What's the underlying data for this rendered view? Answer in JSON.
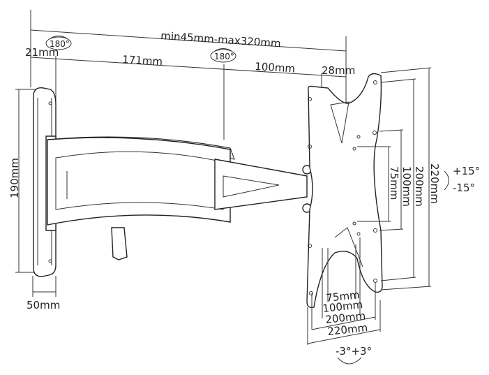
{
  "title": "Full-motion TV wall mount dimension diagram",
  "dimensions": {
    "extension": "min45mm-max320mm",
    "wall_offset": "21mm",
    "arm1": "171mm",
    "arm2": "100mm",
    "plate_depth": "28mm",
    "wall_plate_height": "190mm",
    "wall_plate_width": "50mm",
    "vesa_vertical": [
      "75mm",
      "100mm",
      "200mm",
      "220mm"
    ],
    "vesa_horizontal": [
      "75mm",
      "100mm",
      "200mm",
      "220mm"
    ]
  },
  "rotations": {
    "joint1": "180°",
    "joint2": "180°",
    "tilt_up": "+15°",
    "tilt_down": "-15°",
    "swivel": "-3°+3°"
  }
}
